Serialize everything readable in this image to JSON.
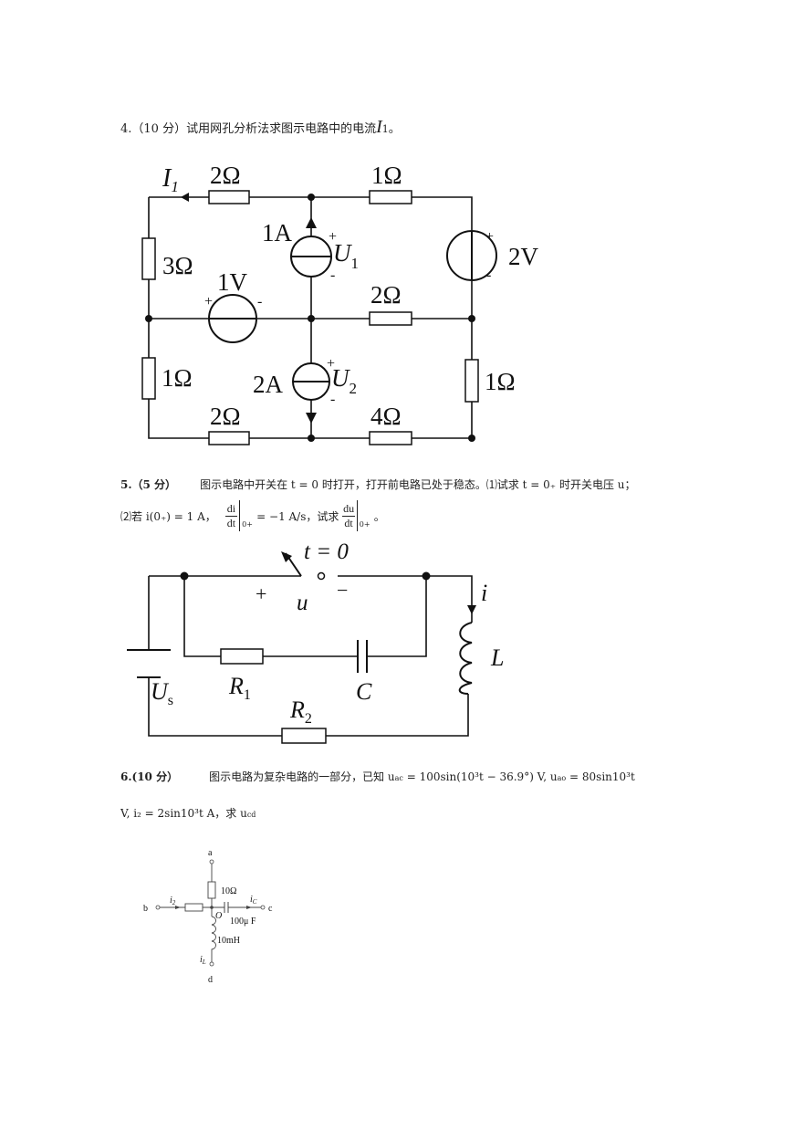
{
  "q4": {
    "text": "4.（10 分）试用网孔分析法求图示电路中的电流",
    "var": "I",
    "sub": "1",
    "end": "。"
  },
  "c4": {
    "I1": "I",
    "I1sub": "1",
    "r_top_left": "2Ω",
    "r_top_right": "1Ω",
    "r_left_top": "3Ω",
    "r_left_bottom": "1Ω",
    "r_mid_right": "2Ω",
    "r_right_bottom": "1Ω",
    "r_bottom_left": "2Ω",
    "r_bottom_right": "4Ω",
    "cs1": "1A",
    "u1": "U",
    "u1sub": "1",
    "cs2": "2A",
    "u2": "U",
    "u2sub": "2",
    "v1": "1V",
    "v2": "2V",
    "plus": "+",
    "minus": "-"
  },
  "q5": {
    "num": "5.（5 分）",
    "line1": "图示电路中开关在 t = 0 时打开，打开前电路已处于稳态。⑴试求 t = 0₊ 时开关电压 u；",
    "line2a": "⑵若 i(0₊) = 1  A，",
    "frac1_top": "di",
    "frac1_bot": "dt",
    "sub1": "0+",
    "mid": " = −1 A/s，试求",
    "frac2_top": "du",
    "frac2_bot": "dt",
    "sub2": "0+",
    "end": "。"
  },
  "c5": {
    "t0": "t = 0",
    "plus": "+",
    "u": "u",
    "minus": "−",
    "i": "i",
    "L": "L",
    "Us": "U",
    "Us_sub": "s",
    "R1": "R",
    "R1_sub": "1",
    "C": "C",
    "R2": "R",
    "R2_sub": "2"
  },
  "q6": {
    "num": "6.(10 分）",
    "line1": "图示电路为复杂电路的一部分，已知 u",
    "uac_sub": "ac",
    "uac_expr": " = 100sin(10³t − 36.9°) V,  u",
    "uao_sub": "ao",
    "uao_expr": " = 80sin10³t",
    "line2": "V,  i₂ = 2sin10³t  A，求 u",
    "ucd_sub": "cd"
  },
  "c6": {
    "a": "a",
    "b": "b",
    "c": "c",
    "d": "d",
    "i2": "i",
    "i2sub": "2",
    "iC": "i",
    "iCsub": "C",
    "iL": "i",
    "iLsub": "L",
    "O": "O",
    "R": "10Ω",
    "Cap": "100μ F",
    "Ind": "10mH"
  }
}
